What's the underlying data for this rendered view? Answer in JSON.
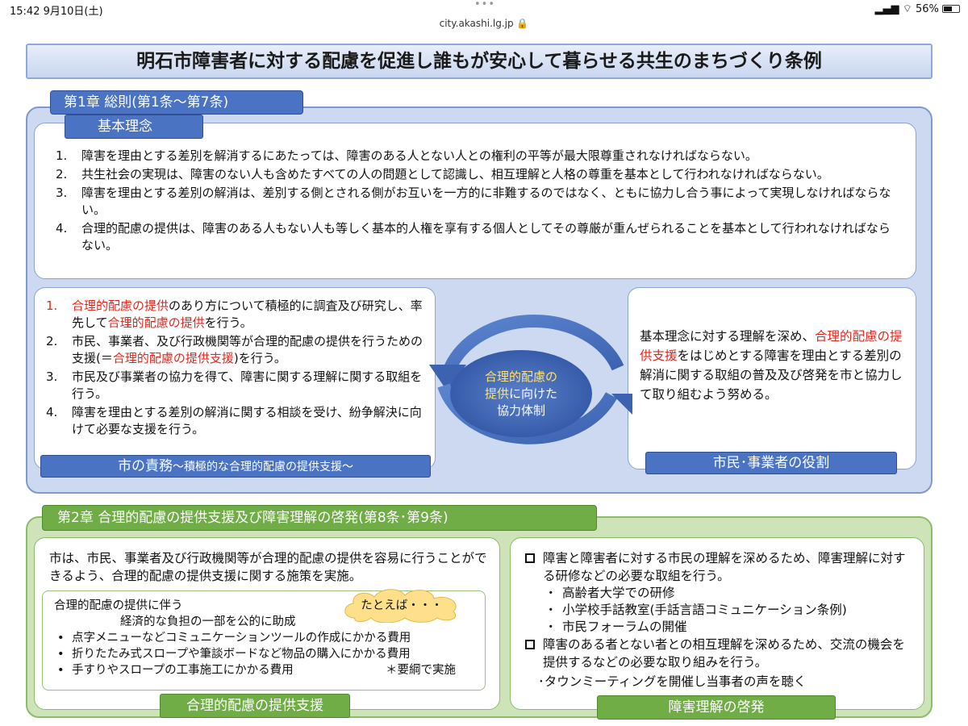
{
  "status_bar": {
    "time": "15:42",
    "date": "9月10日(土)",
    "dots": "•••",
    "signal_wifi": "▂▄▆ ⌔",
    "battery": "56%"
  },
  "url": "city.akashi.lg.jp 🔒",
  "doc_title": "明石市障害者に対する配慮を促進し誰もが安心して暮らせる共生のまちづくり条例",
  "chapter1": {
    "tab": "第1章 総則(第1条〜第7条)",
    "kihon_tab": "基本理念",
    "principles": [
      {
        "num": "1.",
        "text": "障害を理由とする差別を解消するにあたっては、障害のある人とない人との権利の平等が最大限尊重されなければならない。"
      },
      {
        "num": "2.",
        "text": "共生社会の実現は、障害のない人も含めたすべての人の問題として認識し、相互理解と人格の尊重を基本として行われなければならない。"
      },
      {
        "num": "3.",
        "text": "障害を理由とする差別の解消は、差別する側とされる側がお互いを一方的に非難するのではなく、ともに協力し合う事によって実現しなければならない。"
      },
      {
        "num": "4.",
        "text": "合理的配慮の提供は、障害のある人もない人も等しく基本的人権を享有する個人としてその尊厳が重んぜられることを基本として行われなければならない。"
      }
    ],
    "city_duties": {
      "items": [
        {
          "num": "1.",
          "t1": "合理的配慮の提供",
          "t2": "のあり方について積極的に調査及び研究し、率先して",
          "t3": "合理的配慮の提供",
          "t4": "を行う。"
        },
        {
          "num": "2.",
          "t1": "市民、事業者、及び行政機関等が合理的配慮の提供を行うための支援(＝",
          "t2": "合理的配慮の提供支援",
          "t3": ")を行う。"
        },
        {
          "num": "3.",
          "text": "市民及び事業者の協力を得て、障害に関する理解に関する取組を行う。"
        },
        {
          "num": "4.",
          "text": "障害を理由とする差別の解消に関する相談を受け、紛争解決に向けて必要な支援を行う。"
        }
      ],
      "bar_main": "市の責務",
      "bar_sub": "〜積極的な合理的配慮の提供支援〜"
    },
    "center": {
      "line1": "合理的配慮の",
      "line2a": "提供",
      "line2b": "に向けた",
      "line3": "協力体制"
    },
    "citizen_role": {
      "t1": "基本理念に対する理解を深め、",
      "t2": "合理的配慮の提供支援",
      "t3": "をはじめとする障害を理由とする差別の解消に関する取組の普及及び啓発を市と協力して取り組むよう努める。",
      "bar": "市民･事業者の役割"
    }
  },
  "chapter2": {
    "tab": "第2章 合理的配慮の提供支援及び障害理解の啓発(第8条･第9条)",
    "left": {
      "intro": "市は、市民、事業者及び行政機関等が合理的配慮の提供を容易に行うことができるよう、合理的配慮の提供支援に関する施策を実施。",
      "example_l1": "合理的配慮の提供に伴う",
      "example_l2": "経済的な負担の一部を公的に助成",
      "example_items": [
        "点字メニューなどコミュニケーションツールの作成にかかる費用",
        "折りたたみ式スロープや筆談ボードなど物品の購入にかかる費用",
        "手すりやスロープの工事施工にかかる費用"
      ],
      "note": "＊要綱で実施",
      "cloud": "たとえば・・・",
      "bar": "合理的配慮の提供支援"
    },
    "right": {
      "item1": "障害と障害者に対する市民の理解を深めるため、障害理解に対する研修などの必要な取組を行う。",
      "sub1": [
        "高齢者大学での研修",
        "小学校手話教室(手話言語コミュニケーション条例)",
        "市民フォーラムの開催"
      ],
      "item2": "障害のある者とない者との相互理解を深めるため、交流の機会を提供するなどの必要な取り組みを行う。",
      "sub2": "･タウンミーティングを開催し当事者の声を聴く",
      "bar": "障害理解の啓発"
    }
  },
  "colors": {
    "blue": "#4a73c4",
    "green": "#70ad47",
    "red": "#e0281f",
    "gold": "#ffe36b"
  }
}
